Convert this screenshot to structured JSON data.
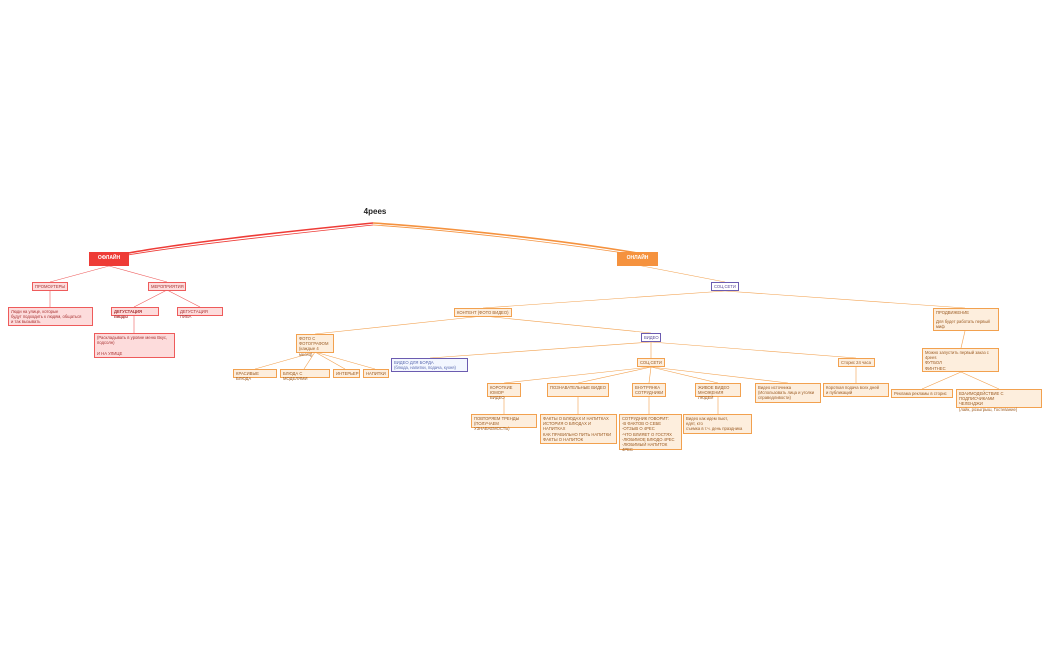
{
  "root": "4pees",
  "colors": {
    "offline": "#ee3b36",
    "online": "#f5923e",
    "social": "#6b5bb0"
  },
  "offline": {
    "label": "ОФЛАЙН",
    "promoters": {
      "label": "ПРОМОУТЕРЫ",
      "note": "Люди на улице, которые\nбудут подходить к людям, общаться\nи так вызывать"
    },
    "events": {
      "label": "МЕРОПРИЯТИЯ",
      "tasting_food": {
        "label": "ДЕГУСТАЦИЯ пиццы",
        "note": "(Раскладывать в уровне меню Вкус,\nподсолн)\n\nИ НА УЛИЦЕ"
      },
      "tasting_beer": "ДЕГУСТАЦИЯ ПИВА"
    }
  },
  "online": {
    "label": "ОНЛАЙН",
    "social": "СОЦ.СЕТИ",
    "content": {
      "label": "КОНТЕНТ (ФОТО ВИДЕО)",
      "photo": {
        "label": "ФОТО С\nФОТОГРАФОМ\n(каждые 4 месяц)",
        "items": [
          "КРАСИВЫЕ БЛЮДА",
          "БЛЮДА С МОДЕЛЯМИ",
          "ИНТЕРЬЕР",
          "НАПИТКИ"
        ]
      },
      "video": {
        "label": "ВИДЕО",
        "board": "ВИДЕО ДЛЯ БОРДА\n(блюда, напитки, подача, кухня)",
        "social": {
          "label": "СОЦ.СЕТИ",
          "columns": [
            {
              "label": "КОРОТКИЕ\nЮМОР ВИДЕО",
              "note": "ПОВТОРЯЕМ ТРЕНДЫ\n(ПОЛУЧАЕМ УЗНАВАЕМОСТЬ)"
            },
            {
              "label": "ПОЗНАВАТЕЛЬНЫЕ ВИДЕО",
              "note": "ФАКТЫ О БЛЮДАХ И НАПИТКАХ\nИСТОРИЯ О БЛЮДАХ И НАПИТКАХ\nКАК ПРАВИЛЬНО ПИТЬ НАПИТКИ\nФАКТЫ О НАПИТОК"
            },
            {
              "label": "ВНУТРЯНКА\nСОТРУДНИКИ",
              "note": "СОТРУДНИК ГОВОРИТ:\n-В ФАКТОВ О СЕБЕ\n-ОТЗЫВ О 4PEC\n-ЧТО ВЛИЯЕТ О ГОСТЯХ\n-ЛЮБИМОЕ БЛЮДО 4PEC\n-ЛЮБИМЫЙ НАПИТОК 4PEC"
            },
            {
              "label": "ЖИВОЕ ВИДЕО\nМНОЖЕНИЯ ЛЮДЕЙ",
              "note": "Видео как идем пьют,\nедят, кто\nсъемка в т.ч. день праздника"
            },
            {
              "label": "Видео источника\n(Использовать лица и уголки\nсправедливости)",
              "note": ""
            }
          ]
        },
        "stories": {
          "label": "Сторис 24 часа",
          "note": "Короткая подача всех дней\nи публикаций"
        }
      }
    },
    "promotion": {
      "label": "ПРОДВИЖЕНИЕ",
      "note": "Для будет работать первый\nмиф",
      "plan": "Можно запустить первый заказ с\n4pees\nФУТБОЛ\nФИНТНЕС",
      "items": [
        "Реклама рекламы в сторис",
        "ВЗАИМОДЕЙСТВИЕ С ПОДПИСЧИКАМИ\nЧЕЛЕНДЖИ\n(лайк, розыгрыш, Гостевание)"
      ]
    }
  }
}
